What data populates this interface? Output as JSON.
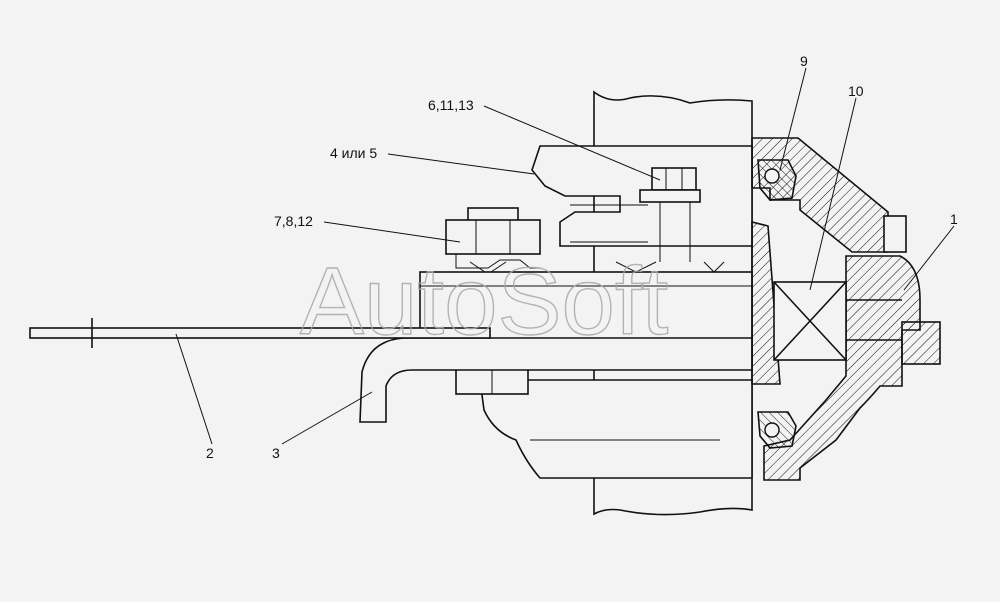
{
  "watermark": "AutoSoft",
  "callouts": {
    "c1": "1",
    "c2": "2",
    "c3": "3",
    "c4or5": "4 или 5",
    "c6_11_13": "6,11,13",
    "c7_8_12": "7,8,12",
    "c9": "9",
    "c10": "10"
  },
  "colors": {
    "background": "#f3f3f3",
    "line": "#111111",
    "watermark": "#a9a9a9"
  }
}
